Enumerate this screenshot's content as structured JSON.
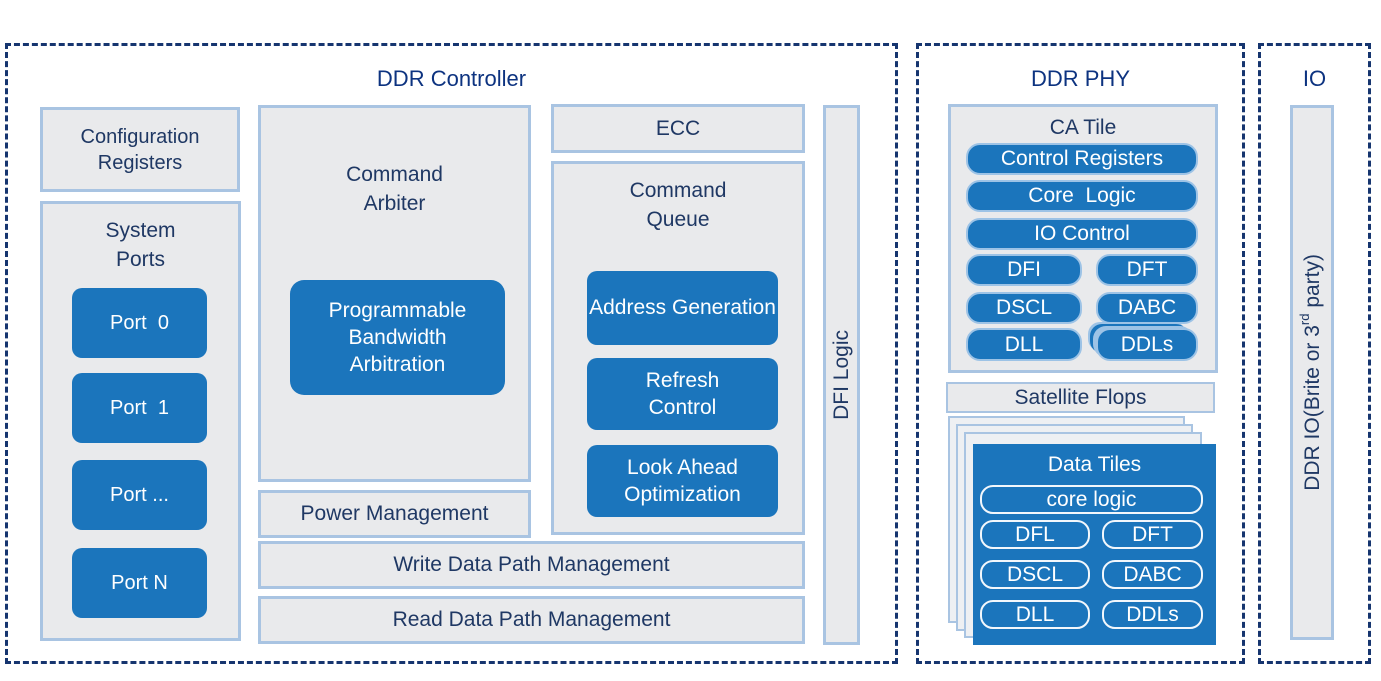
{
  "colors": {
    "block_blue": "#1b75bc",
    "panel_gray": "#e9eaec",
    "panel_border": "#a9c4e2",
    "text_navy": "#1f3864",
    "title_blue": "#0d3380",
    "dash_navy": "#16356f",
    "white_text": "#ffffff"
  },
  "controller": {
    "title": "DDR Controller",
    "config_registers": "Configuration Registers",
    "system_ports_title": "System Ports",
    "ports": [
      "Port  0",
      "Port  1",
      "Port ...",
      "Port N"
    ],
    "command_arbiter_title": "Command Arbiter",
    "programmable_bandwidth": "Programmable Bandwidth Arbitration",
    "power_management": "Power Management",
    "ecc": "ECC",
    "command_queue_title": "Command Queue",
    "queue_items": [
      "Address Generation",
      "Refresh Control",
      "Look Ahead Optimization"
    ],
    "write_path": "Write Data Path Management",
    "read_path": "Read Data Path Management",
    "dfi_logic": "DFI Logic"
  },
  "phy": {
    "title": "DDR PHY",
    "ca_tile_title": "CA Tile",
    "ca_rows": [
      "Control Registers",
      "Core  Logic",
      "IO Control"
    ],
    "ca_pairs": [
      [
        "DFI",
        "DFT"
      ],
      [
        "DSCL",
        "DABC"
      ],
      [
        "DLL",
        "DDLs"
      ]
    ],
    "satellite_flops": "Satellite Flops",
    "data_tiles_title": "Data Tiles",
    "data_row": "core logic",
    "data_pairs": [
      [
        "DFL",
        "DFT"
      ],
      [
        "DSCL",
        "DABC"
      ],
      [
        "DLL",
        "DDLs"
      ]
    ]
  },
  "io": {
    "title": "IO",
    "label_prefix": "DDR IO(Brite or 3",
    "label_sup": "rd",
    "label_suffix": " party)"
  }
}
